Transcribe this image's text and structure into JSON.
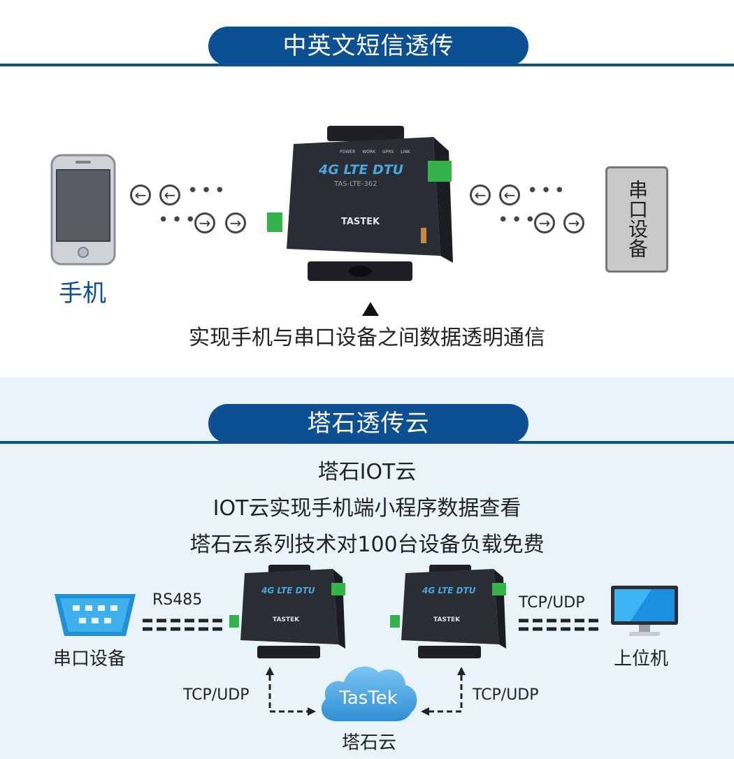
{
  "section1": {
    "title": "中英文短信透传",
    "phone_label": "手机",
    "serial_box_label": "串口设备",
    "caption": "实现手机与串口设备之间数据透明通信",
    "device": {
      "model": "4G LTE DTU",
      "brand": "TASTEK",
      "sublabel": "TAS-LTE-362",
      "indicators": [
        "POWER",
        "WORK",
        "GPRS",
        "LINK"
      ]
    }
  },
  "section2": {
    "title": "塔石透传云",
    "lines": [
      "塔石IOT云",
      "IOT云实现手机端小程序数据查看",
      "塔石云系列技术对100台设备负载免费"
    ],
    "serial_label": "串口设备",
    "rs485_label": "RS485",
    "host_label": "上位机",
    "tcp_right": "TCP/UDP",
    "tcp_bottom_left": "TCP/UDP",
    "tcp_bottom_right": "TCP/UDP",
    "cloud_brand": "TasTek",
    "cloud_label": "塔石云"
  },
  "colors": {
    "primary": "#0d4f93",
    "device": "#2a2d33",
    "cloud": "#4aa6e0",
    "terminal": "#35b34a"
  },
  "icons": [
    "left-arrow-icon",
    "right-arrow-icon",
    "phone-icon",
    "db9-connector-icon",
    "monitor-icon",
    "cloud-icon",
    "antenna-icon"
  ]
}
